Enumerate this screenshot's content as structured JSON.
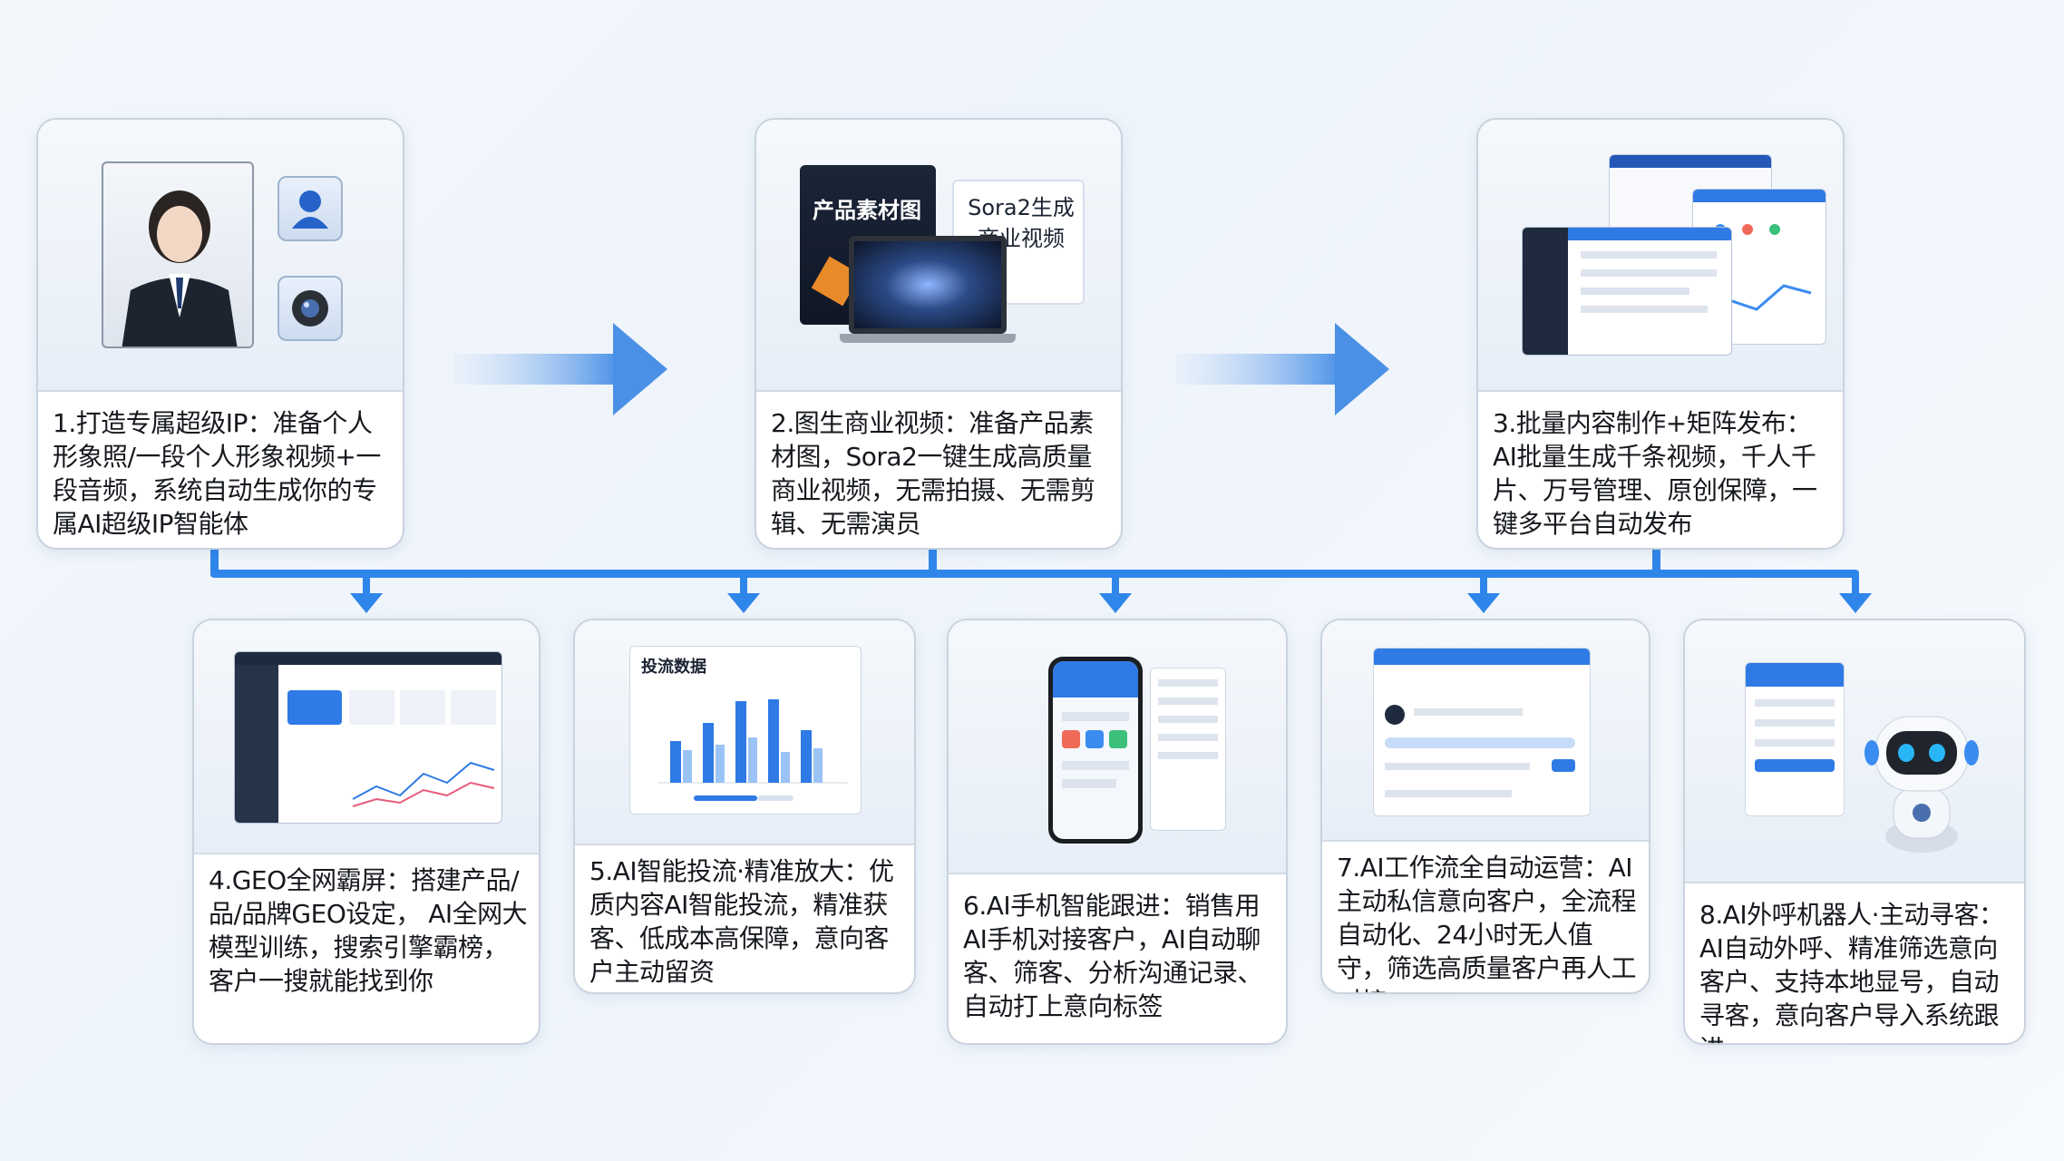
{
  "steps_top": [
    {
      "text": "1.打造专属超级IP：准备个人形象照/一段个人形象视频+一段音频，系统自动生成你的专属AI超级IP智能体"
    },
    {
      "text": "2.图生商业视频：准备产品素材图，Sora2一键生成高质量商业视频，无需拍摄、无需剪辑、无需演员"
    },
    {
      "text": "3.批量内容制作+矩阵发布：AI批量生成千条视频，千人千片、万号管理、原创保障，一键多平台自动发布"
    }
  ],
  "steps_bottom": [
    {
      "text": "4.GEO全网霸屏：搭建产品/品/品牌GEO设定， AI全网大模型训练，搜索引擎霸榜，客户一搜就能找到你"
    },
    {
      "text": "5.AI智能投流·精准放大：优质内容AI智能投流，精准获客、低成本高保障，意向客户主动留资"
    },
    {
      "text": "6.AI手机智能跟进：销售用AI手机对接客户，AI自动聊客、筛客、分析沟通记录、自动打上意向标签"
    },
    {
      "text": "7.AI工作流全自动运营：AI主动私信意向客户，全流程自动化、24小时无人值守，筛选高质量客户再人工对接"
    },
    {
      "text": "8.AI外呼机器人·主动寻客：AI自动外呼、精准筛选意向客户、支持本地显号，自动寻客，意向客户导入系统跟进"
    }
  ],
  "card2_labels": {
    "left": "产品素材图",
    "right": "Sora2生成商业视频"
  },
  "card5_label": "投流数据",
  "colors": {
    "accent": "#2f86ea",
    "border": "#c9d3de"
  }
}
